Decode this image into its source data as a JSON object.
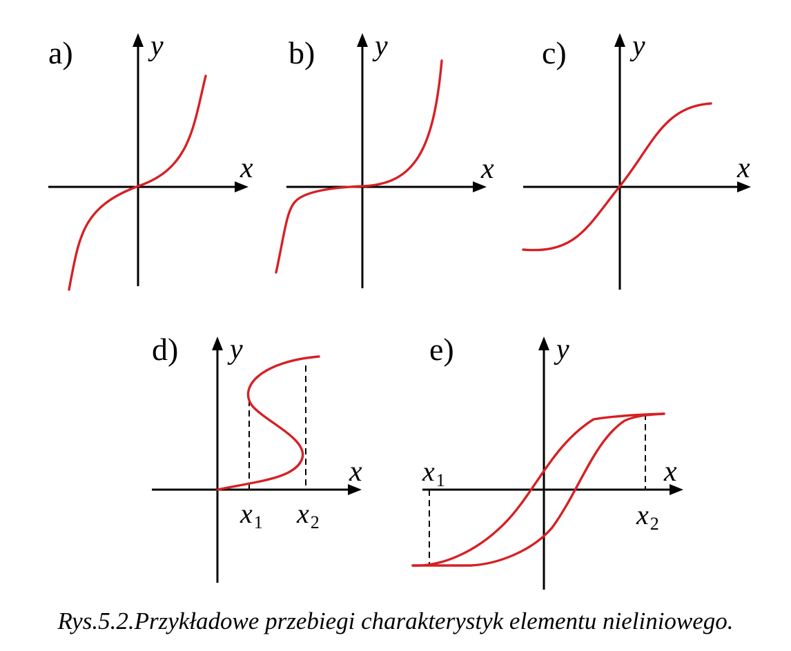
{
  "panels": {
    "a": {
      "label": "a)",
      "x_axis": "x",
      "y_axis": "y"
    },
    "b": {
      "label": "b)",
      "x_axis": "x",
      "y_axis": "y"
    },
    "c": {
      "label": "c)",
      "x_axis": "x",
      "y_axis": "y"
    },
    "d": {
      "label": "d)",
      "x_axis": "x",
      "y_axis": "y",
      "x1": "x",
      "x1_sub": "1",
      "x2": "x",
      "x2_sub": "2"
    },
    "e": {
      "label": "e)",
      "x_axis": "x",
      "y_axis": "y",
      "x1": "x",
      "x1_sub": "1",
      "x2": "x",
      "x2_sub": "2"
    }
  },
  "caption": "Rys.5.2.Przykładowe przebiegi charakterystyk elementu nieliniowego.",
  "colors": {
    "curve": "#d62024",
    "axis": "#000000"
  }
}
